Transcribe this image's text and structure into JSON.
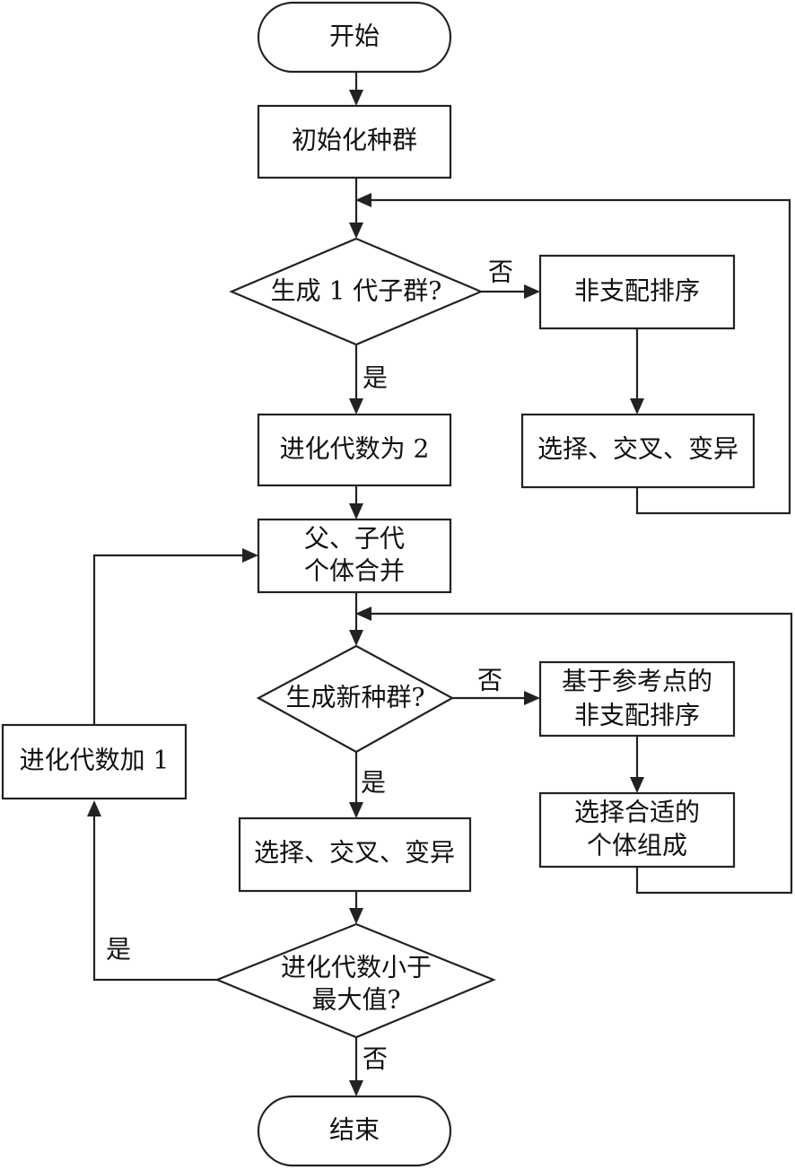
{
  "flowchart": {
    "start": "开始",
    "init": "初始化种群",
    "q1": "生成 1 代子群?",
    "q1_no": "否",
    "q1_yes": "是",
    "nds1": "非支配排序",
    "sel1": "选择、交叉、变异",
    "gen2": "进化代数为 2",
    "merge_1": "父、子代",
    "merge_2": "个体合并",
    "q2": "生成新种群?",
    "q2_no": "否",
    "q2_yes": "是",
    "ref_1": "基于参考点的",
    "ref_2": "非支配排序",
    "pick_1": "选择合适的",
    "pick_2": "个体组成",
    "sel2": "选择、交叉、变异",
    "inc": "进化代数加 1",
    "q3_1": "进化代数小于",
    "q3_2": "最大值?",
    "q3_yes": "是",
    "q3_no": "否",
    "end": "结束"
  }
}
